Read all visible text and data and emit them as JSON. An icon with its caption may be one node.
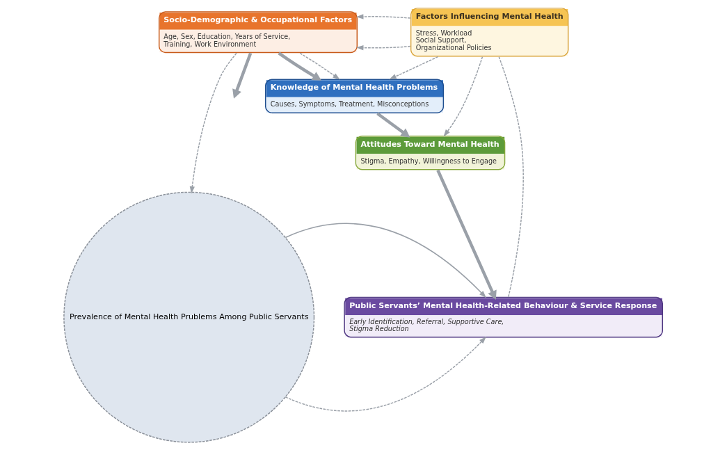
{
  "diagram": {
    "nodes": [
      {
        "text": [
          "Socio-Demographic & Occupational Factors",
          "Age, Sex, Education, Years of Service,",
          "Training, Work Environment"
        ]
      },
      {
        "text": [
          "Factors Influencing Mental Health",
          "Stress, Workload",
          "Social Support,",
          "Organizational Policies"
        ]
      },
      {
        "text": [
          "Knowledge of Mental Health Problems",
          "Causes, Symptoms, Treatment, Misconceptions"
        ]
      },
      {
        "text": [
          "Attitudes Toward Mental Health",
          "Stigma, Empathy, Willingness to Engage"
        ]
      },
      {
        "text": [
          "Prevalence of Mental Health Prublems Among Public Servants"
        ]
      },
      {
        "text": [
          "Public Servants’ Mental Health-Related Behaviour & Service Response",
          "Early Identification, Referral, Supportive Care,",
          "Stigma Reduction"
        ]
      }
    ],
    "edges": [
      {
        "from": 1,
        "to": 0,
        "arrow": "to",
        "style": "dashed"
      },
      {
        "from": 1,
        "to": 0,
        "arrow": "to",
        "style": "dashed"
      },
      {
        "from": 0,
        "to": 2,
        "arrow": "to",
        "style": "thick"
      },
      {
        "from": 0,
        "to": null,
        "arrow": "to",
        "style": "thick"
      },
      {
        "from": 2,
        "to": 3,
        "arrow": "to",
        "style": "thick"
      },
      {
        "from": 3,
        "to": 5,
        "arrow": "to",
        "style": "thick"
      },
      {
        "from": 0,
        "to": 4,
        "arrow": "to",
        "style": "dashed"
      },
      {
        "from": 0,
        "to": 2,
        "arrow": "to",
        "style": "dashed"
      },
      {
        "from": 1,
        "to": 2,
        "arrow": "to",
        "style": "dashed"
      },
      {
        "from": 1,
        "to": 3,
        "arrow": "to",
        "style": "dashed"
      },
      {
        "from": 1,
        "to": 5,
        "arrow": "none",
        "style": "dashed"
      },
      {
        "from": 4,
        "to": 5,
        "arrow": "to",
        "style": "dashed"
      },
      {
        "from": 4,
        "to": 5,
        "arrow": "to"
      }
    ]
  }
}
